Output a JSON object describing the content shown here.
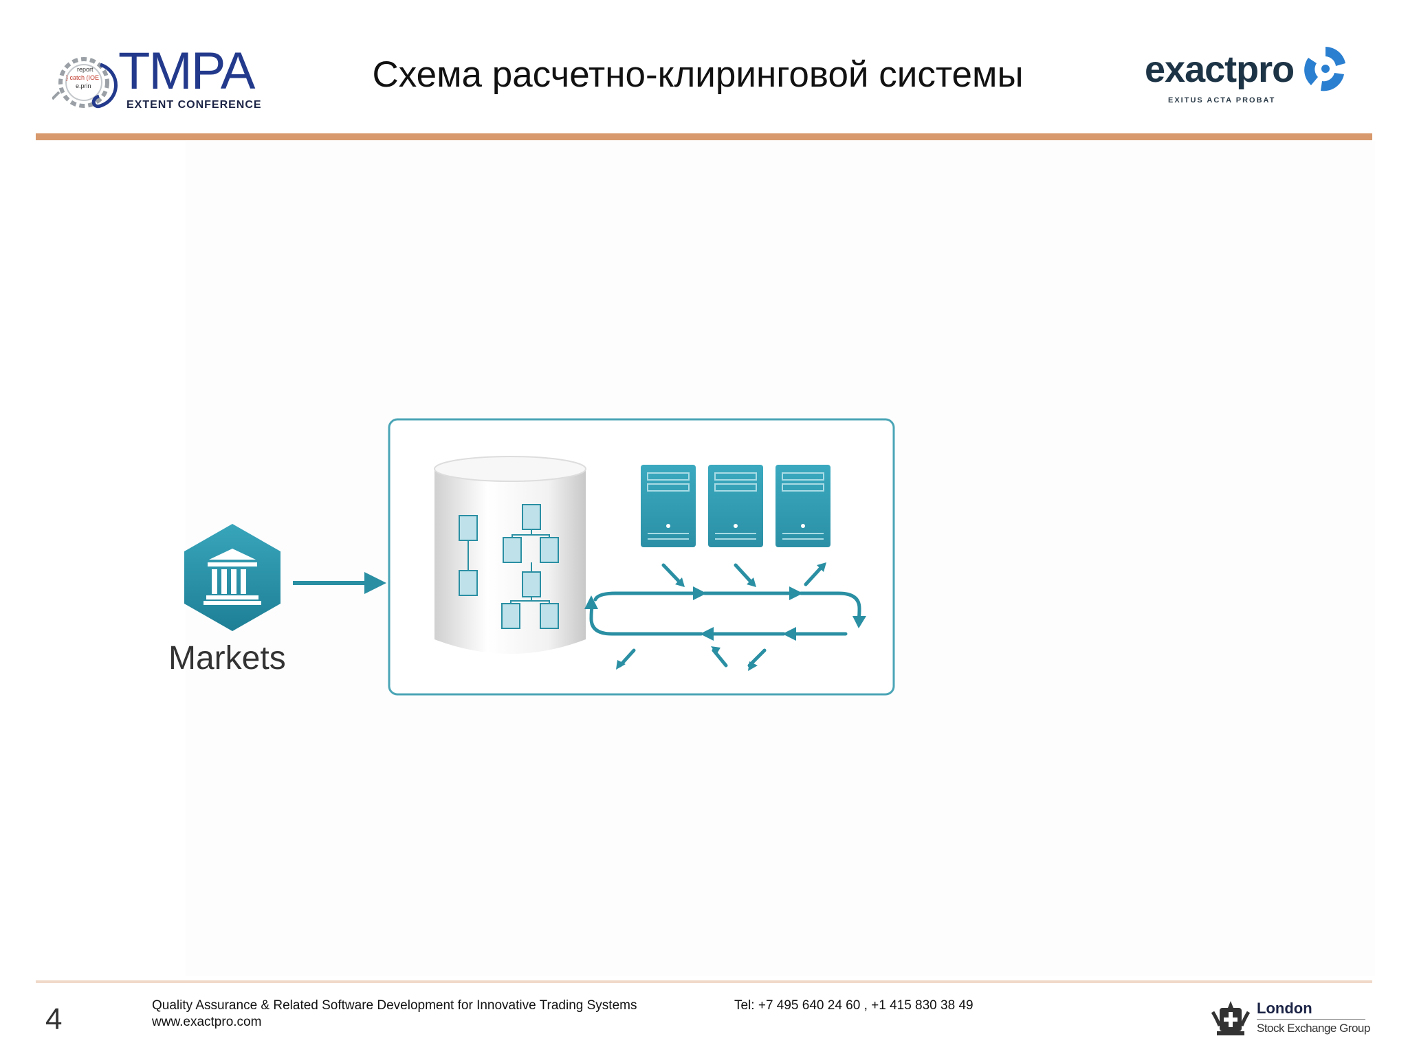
{
  "header": {
    "title": "Схема расчетно-клиринговой системы",
    "tmpa_logo": {
      "wordmark": "TMPA",
      "subtitle": "EXTENT CONFERENCE",
      "gear_text": [
        "report",
        "} catch (IOE",
        "e.prin"
      ]
    },
    "exactpro_logo": {
      "wordmark": "exactpro",
      "motto": "EXITUS ACTA PROBAT"
    }
  },
  "diagram": {
    "markets_label": "Markets",
    "icons": [
      "bank-icon",
      "database-icon",
      "server-icon",
      "cycle-arrows-icon"
    ],
    "accent_color": "#2a8fa3",
    "light_color": "#bfe2ea"
  },
  "footer": {
    "page_number": "4",
    "tagline": "Quality Assurance & Related Software Development  for Innovative Trading Systems",
    "website": "www.exactpro.com",
    "phone": "Tel: +7 495 640 24 60 ,  +1 415 830 38 49",
    "lseg_logo": {
      "name": "London",
      "subname": "Stock Exchange Group"
    }
  },
  "colors": {
    "header_rule": "#d8996c",
    "footer_rule": "#f0d9c9",
    "brand_blue": "#233a8c"
  }
}
